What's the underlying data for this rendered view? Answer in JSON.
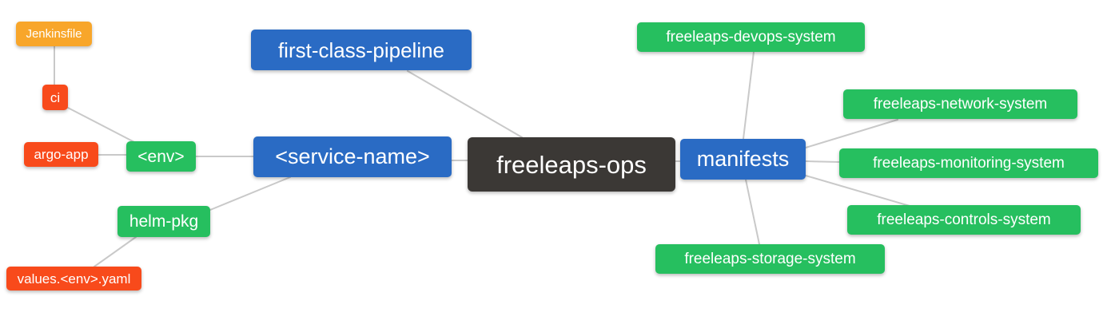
{
  "diagram": {
    "type": "mindmap",
    "root_label": "freeleaps-ops",
    "colors": {
      "blue": "#2a6bc4",
      "green": "#26bf5f",
      "amber": "#f8a62a",
      "red": "#f84a1b",
      "dark": "#3b3835",
      "edge": "#c9c9c9",
      "background": "#ffffff",
      "node_text": "#ffffff"
    },
    "nodes": {
      "jenkinsfile": {
        "label": "Jenkinsfile",
        "color_role": "amber"
      },
      "ci": {
        "label": "ci",
        "color_role": "red"
      },
      "argo_app": {
        "label": "argo-app",
        "color_role": "red"
      },
      "env": {
        "label": "<env>",
        "color_role": "green"
      },
      "helm_pkg": {
        "label": "helm-pkg",
        "color_role": "green"
      },
      "values_env_yaml": {
        "label": "values.<env>.yaml",
        "color_role": "red"
      },
      "first_class_pipeline": {
        "label": "first-class-pipeline",
        "color_role": "blue"
      },
      "service_name": {
        "label": "<service-name>",
        "color_role": "blue"
      },
      "freeleaps_ops": {
        "label": "freeleaps-ops",
        "color_role": "dark"
      },
      "manifests": {
        "label": "manifests",
        "color_role": "blue"
      },
      "devops_system": {
        "label": "freeleaps-devops-system",
        "color_role": "green"
      },
      "network_system": {
        "label": "freeleaps-network-system",
        "color_role": "green"
      },
      "monitoring_system": {
        "label": "freeleaps-monitoring-system",
        "color_role": "green"
      },
      "controls_system": {
        "label": "freeleaps-controls-system",
        "color_role": "green"
      },
      "storage_system": {
        "label": "freeleaps-storage-system",
        "color_role": "green"
      }
    },
    "edges": [
      [
        "jenkinsfile",
        "ci"
      ],
      [
        "ci",
        "env"
      ],
      [
        "argo_app",
        "env"
      ],
      [
        "env",
        "service_name"
      ],
      [
        "service_name",
        "helm_pkg"
      ],
      [
        "helm_pkg",
        "values_env_yaml"
      ],
      [
        "first_class_pipeline",
        "freeleaps_ops"
      ],
      [
        "service_name",
        "freeleaps_ops"
      ],
      [
        "freeleaps_ops",
        "manifests"
      ],
      [
        "manifests",
        "devops_system"
      ],
      [
        "manifests",
        "network_system"
      ],
      [
        "manifests",
        "monitoring_system"
      ],
      [
        "manifests",
        "controls_system"
      ],
      [
        "manifests",
        "storage_system"
      ]
    ]
  }
}
